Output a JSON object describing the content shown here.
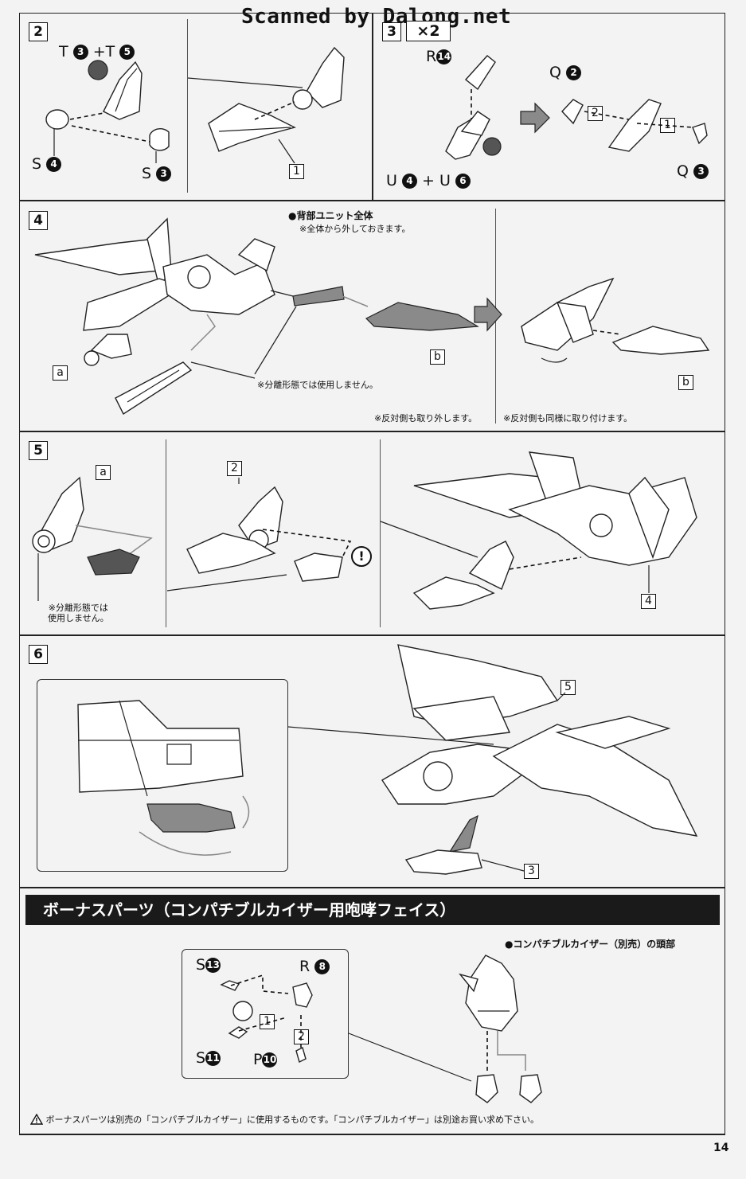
{
  "watermark": "Scanned by Dalong.net",
  "page_number": "14",
  "steps": {
    "s2": {
      "number": "2",
      "label_top": "T",
      "label_top_n1": "3",
      "label_plus": "+",
      "label_top2": "T",
      "label_top_n2": "5",
      "label_s1": "S",
      "label_s1_n": "4",
      "label_s2": "S",
      "label_s2_n": "3",
      "ref": "1"
    },
    "s3": {
      "number": "3",
      "multiplier": "×2",
      "label_r": "R",
      "label_r_n": "14",
      "label_u": "U",
      "label_u_n1": "4",
      "label_plus": "+",
      "label_u2": "U",
      "label_u_n2": "6",
      "label_q1": "Q",
      "label_q1_n": "2",
      "label_q2": "Q",
      "label_q2_n": "3",
      "ref1": "2",
      "ref2": "1"
    },
    "s4": {
      "number": "4",
      "heading": "●背部ユニット全体",
      "subnote": "※全体から外しておきます。",
      "note_unused": "※分離形態では使用しません。",
      "note_left": "※反対側も取り外します。",
      "note_right": "※反対側も同様に取り付けます。",
      "tag_a": "a",
      "tag_b1": "b",
      "tag_b2": "b"
    },
    "s5": {
      "number": "5",
      "tag_a": "a",
      "note_unused": "※分離形態では\n使用しません。",
      "ref_2": "2",
      "ref_4": "4",
      "caution": "!"
    },
    "s6": {
      "number": "6",
      "ref_5": "5",
      "ref_3": "3"
    }
  },
  "bonus": {
    "title": "ボーナスパーツ（コンパチブルカイザー用咆哮フェイス）",
    "head_note": "●コンパチブルカイザー（別売）の頭部",
    "label_s13": "S",
    "n_s13": "13",
    "label_r8": "R",
    "n_r8": "8",
    "label_s11": "S",
    "n_s11": "11",
    "label_p10": "P",
    "n_p10": "10",
    "ref1": "1",
    "ref2": "2",
    "warning_icon": "warning-triangle-icon",
    "warning": "ボーナスパーツは別売の「コンパチブルカイザー」に使用するものです。「コンパチブルカイザー」は別途お買い求め下さい。"
  }
}
